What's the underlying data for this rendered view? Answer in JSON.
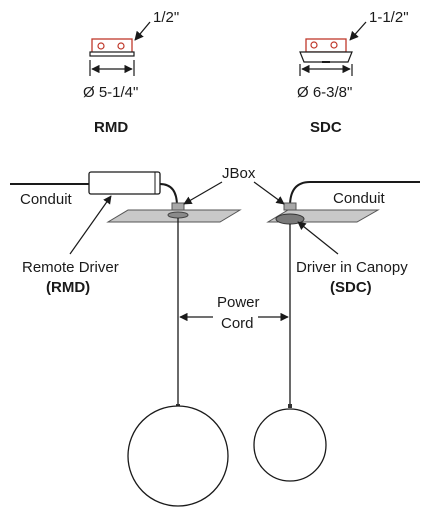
{
  "top": {
    "rmd": {
      "height_label": "1/2\"",
      "diameter_label": "Ø 5-1/4\"",
      "name": "RMD"
    },
    "sdc": {
      "height_label": "1-1/2\"",
      "diameter_label": "Ø 6-3/8\"",
      "name": "SDC"
    }
  },
  "labels": {
    "jbox": "JBox",
    "conduit_left": "Conduit",
    "conduit_right": "Conduit",
    "remote_driver": "Remote Driver",
    "remote_driver_abbr": "(RMD)",
    "driver_in_canopy": "Driver in Canopy",
    "driver_in_canopy_abbr": "(SDC)",
    "power": "Power",
    "cord": "Cord"
  },
  "colors": {
    "line": "#1a1a1a",
    "ceiling": "#c8c8c8",
    "accent_red": "#c0392b",
    "canopy_dark": "#666666"
  }
}
